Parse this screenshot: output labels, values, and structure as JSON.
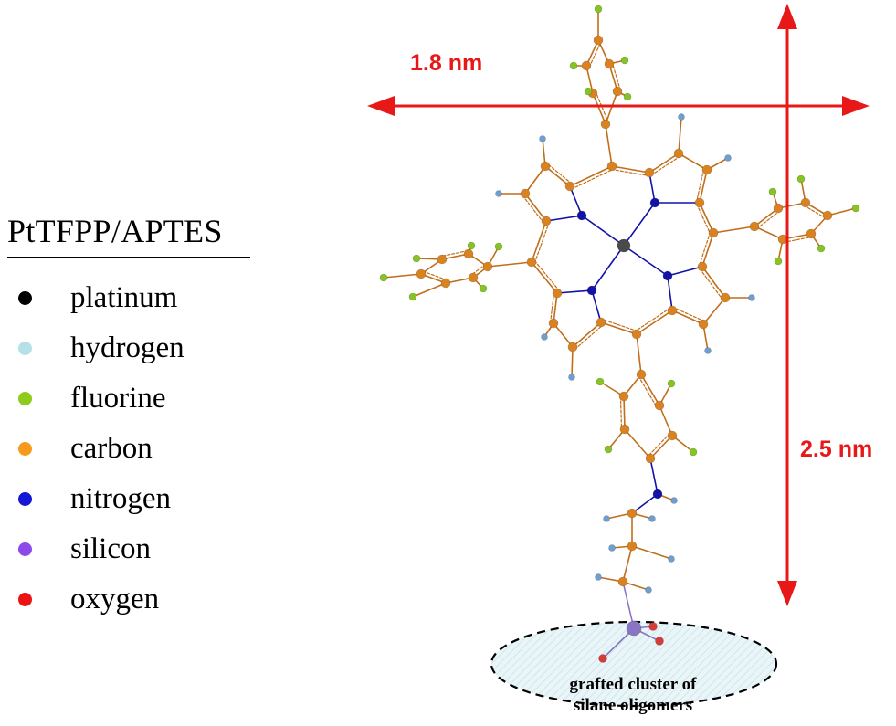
{
  "legend": {
    "title": "PtTFPP/APTES",
    "items": [
      {
        "label": "platinum",
        "color": "#000000"
      },
      {
        "label": "hydrogen",
        "color": "#b6e0e8"
      },
      {
        "label": "fluorine",
        "color": "#8ecb1c"
      },
      {
        "label": "carbon",
        "color": "#f7991d"
      },
      {
        "label": "nitrogen",
        "color": "#1616d6"
      },
      {
        "label": "silicon",
        "color": "#8e4ae6"
      },
      {
        "label": "oxygen",
        "color": "#ee1111"
      }
    ]
  },
  "dimensions": {
    "width_label": "1.8 nm",
    "height_label": "2.5 nm",
    "color": "#e81818"
  },
  "cluster": {
    "line1": "grafted cluster of",
    "line2": "silane oligomers"
  },
  "atom_colors": {
    "C": "#d9821f",
    "H": "#6f9fd0",
    "F": "#86c425",
    "N": "#1212a8",
    "Pt": "#4a4a4a",
    "Si": "#8a74c4",
    "O": "#d63a3a",
    "bond": "#c06e1a"
  }
}
